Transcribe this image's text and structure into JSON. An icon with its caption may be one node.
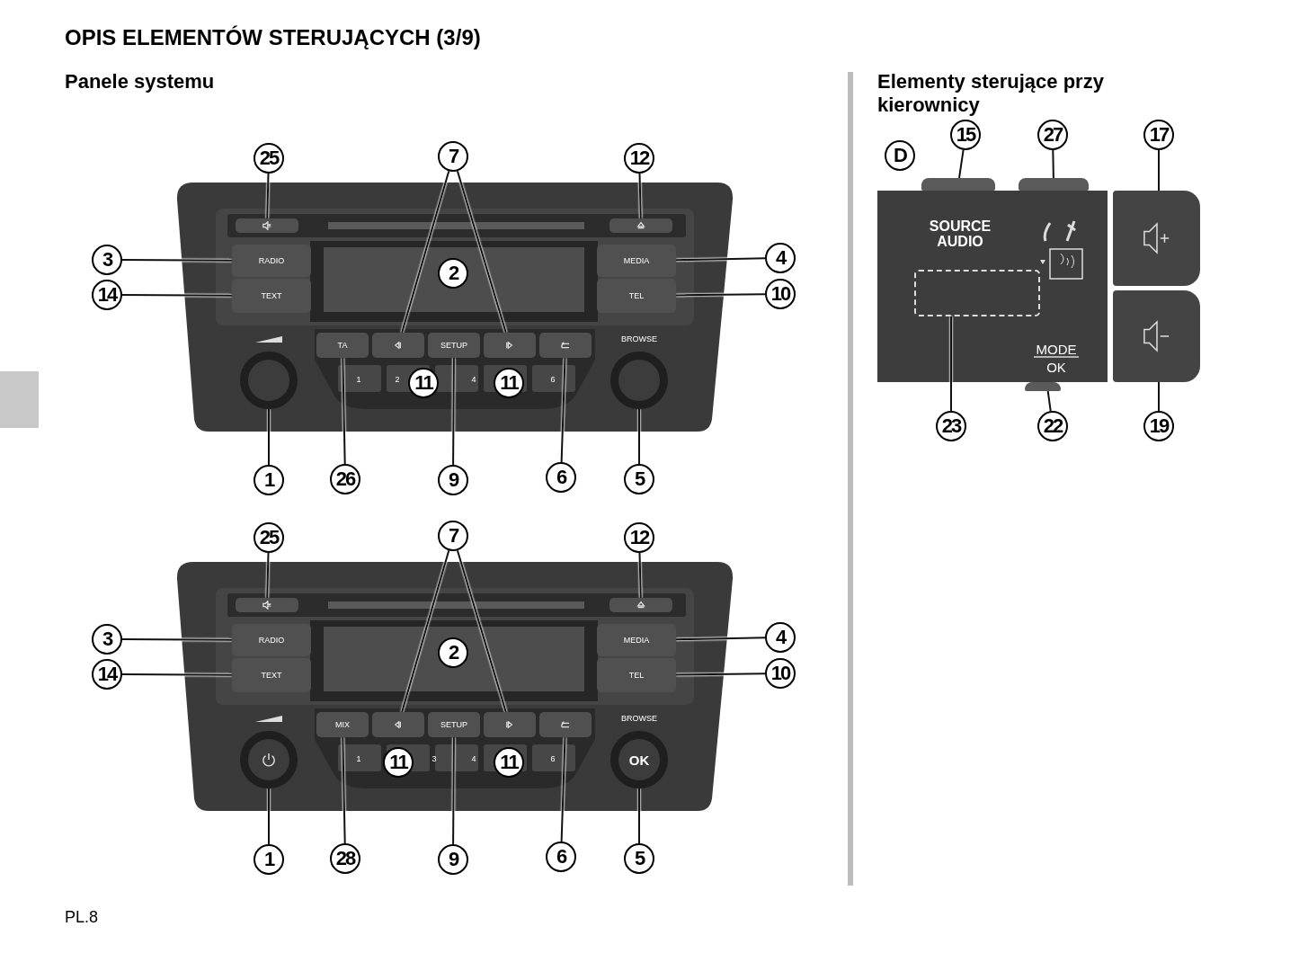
{
  "diagram": {
    "title": "OPIS ELEMENTÓW STERUJĄCYCH (3/9)",
    "nodes": [
      {
        "text": [
          "25"
        ]
      },
      {
        "text": [
          "7"
        ]
      },
      {
        "text": [
          "12"
        ]
      },
      {
        "text": [
          "3"
        ]
      },
      {
        "text": [
          "4"
        ]
      },
      {
        "text": [
          "14"
        ]
      },
      {
        "text": [
          "10"
        ]
      },
      {
        "text": [
          "1"
        ]
      },
      {
        "text": [
          "26"
        ]
      },
      {
        "text": [
          "9"
        ]
      },
      {
        "text": [
          "6"
        ]
      },
      {
        "text": [
          "5"
        ]
      },
      {
        "text": [
          "2"
        ]
      },
      {
        "text": [
          "11"
        ]
      },
      {
        "text": [
          "11"
        ]
      },
      {
        "text": [],
        "shape": "box"
      },
      {
        "text": [],
        "shape": "box"
      },
      {
        "text": [
          "RADIO"
        ]
      },
      {
        "text": [
          "TEXT"
        ]
      },
      {
        "text": [
          "MEDIA"
        ]
      },
      {
        "text": [
          "TEL"
        ]
      },
      {
        "text": [
          "TA"
        ]
      },
      {
        "text": [],
        "shape": "box"
      },
      {
        "text": [
          "SETUP"
        ]
      },
      {
        "text": [],
        "shape": "box"
      },
      {
        "text": [],
        "shape": "box"
      },
      {
        "text": [],
        "shape": "circle"
      },
      {
        "text": [],
        "shape": "circle"
      },
      {
        "text": [
          "25"
        ]
      },
      {
        "text": [
          "7"
        ]
      },
      {
        "text": [
          "12"
        ]
      },
      {
        "text": [
          "3"
        ]
      },
      {
        "text": [
          "4"
        ]
      },
      {
        "text": [
          "14"
        ]
      },
      {
        "text": [
          "10"
        ]
      },
      {
        "text": [
          "1"
        ]
      },
      {
        "text": [
          "28"
        ]
      },
      {
        "text": [
          "9"
        ]
      },
      {
        "text": [
          "6"
        ]
      },
      {
        "text": [
          "5"
        ]
      },
      {
        "text": [
          "2"
        ]
      },
      {
        "text": [
          "11"
        ]
      },
      {
        "text": [
          "11"
        ]
      },
      {
        "text": [],
        "shape": "box"
      },
      {
        "text": [],
        "shape": "box"
      },
      {
        "text": [
          "RADIO"
        ]
      },
      {
        "text": [
          "TEXT"
        ]
      },
      {
        "text": [
          "MEDIA"
        ]
      },
      {
        "text": [
          "TEL"
        ]
      },
      {
        "text": [
          "MIX"
        ]
      },
      {
        "text": [],
        "shape": "box"
      },
      {
        "text": [
          "SETUP"
        ]
      },
      {
        "text": [],
        "shape": "box"
      },
      {
        "text": [],
        "shape": "box"
      },
      {
        "text": [],
        "shape": "circle"
      },
      {
        "text": [
          "OK"
        ]
      },
      {
        "text": [
          "15"
        ]
      },
      {
        "text": [
          "27"
        ]
      },
      {
        "text": [
          "17"
        ]
      },
      {
        "text": [
          "23"
        ]
      },
      {
        "text": [
          "22"
        ]
      },
      {
        "text": [
          "19"
        ]
      },
      {
        "text": [],
        "shape": "box"
      },
      {
        "text": [],
        "shape": "box"
      },
      {
        "text": [],
        "shape": "box"
      },
      {
        "text": [],
        "shape": "box"
      },
      {
        "text": [],
        "shape": "box"
      },
      {
        "text": [],
        "shape": "box"
      },
      {
        "text": [
          "D"
        ]
      }
    ],
    "edges": [
      {
        "from": 0,
        "to": 15,
        "arrow": "none"
      },
      {
        "from": 1,
        "to": 22,
        "arrow": "none"
      },
      {
        "from": 1,
        "to": 24,
        "arrow": "none"
      },
      {
        "from": 2,
        "to": 16,
        "arrow": "none"
      },
      {
        "from": 3,
        "to": 17,
        "arrow": "none"
      },
      {
        "from": 4,
        "to": 19,
        "arrow": "none"
      },
      {
        "from": 5,
        "to": 18,
        "arrow": "none"
      },
      {
        "from": 6,
        "to": 20,
        "arrow": "none"
      },
      {
        "from": 7,
        "to": 26,
        "arrow": "none"
      },
      {
        "from": 8,
        "to": 21,
        "arrow": "none"
      },
      {
        "from": 9,
        "to": 23,
        "arrow": "none"
      },
      {
        "from": 10,
        "to": 25,
        "arrow": "none"
      },
      {
        "from": 11,
        "to": 27,
        "arrow": "none"
      },
      {
        "from": 28,
        "to": 43,
        "arrow": "none"
      },
      {
        "from": 29,
        "to": 50,
        "arrow": "none"
      },
      {
        "from": 29,
        "to": 52,
        "arrow": "none"
      },
      {
        "from": 30,
        "to": 44,
        "arrow": "none"
      },
      {
        "from": 31,
        "to": 45,
        "arrow": "none"
      },
      {
        "from": 32,
        "to": 47,
        "arrow": "none"
      },
      {
        "from": 33,
        "to": 46,
        "arrow": "none"
      },
      {
        "from": 34,
        "to": 48,
        "arrow": "none"
      },
      {
        "from": 35,
        "to": 54,
        "arrow": "none"
      },
      {
        "from": 36,
        "to": 49,
        "arrow": "none"
      },
      {
        "from": 37,
        "to": 51,
        "arrow": "none"
      },
      {
        "from": 38,
        "to": 53,
        "arrow": "none"
      },
      {
        "from": 39,
        "to": 55,
        "arrow": "none"
      },
      {
        "from": 56,
        "to": 62,
        "arrow": "none"
      },
      {
        "from": 57,
        "to": 63,
        "arrow": "none"
      },
      {
        "from": 58,
        "to": 64,
        "arrow": "none"
      },
      {
        "from": 59,
        "to": 65,
        "arrow": "none"
      },
      {
        "from": 60,
        "to": 66,
        "arrow": "none"
      },
      {
        "from": 61,
        "to": 67,
        "arrow": "none"
      }
    ],
    "labels": [
      "Panele systemu",
      "Elementy sterujące przy kierownicy",
      "BROWSE",
      "1",
      "2",
      "4",
      "6",
      "BROWSE",
      "1",
      "3",
      "4",
      "6",
      "SOURCE AUDIO",
      "MODE",
      "OK",
      "PL.8"
    ]
  }
}
